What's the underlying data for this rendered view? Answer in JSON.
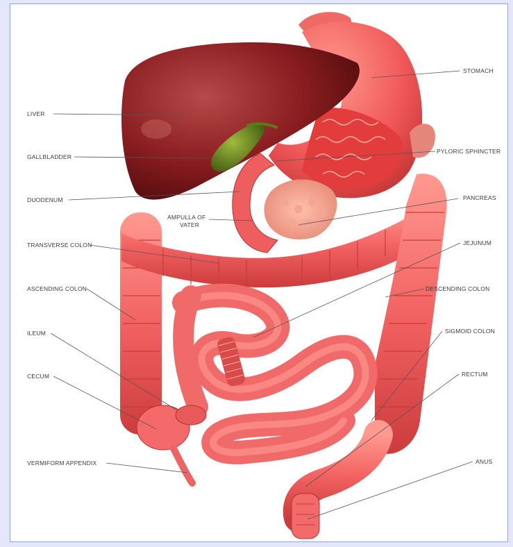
{
  "labels": {
    "stomach": "STOMACH",
    "liver": "LIVER",
    "gallbladder": "GALLBLADDER",
    "pyloric_sphincter": "PYLORIC SPHINCTER",
    "duodenum": "DUODENUM",
    "pancreas": "PANCREAS",
    "ampulla_line1": "AMPULLA OF",
    "ampulla_line2": "VATER",
    "transverse_colon": "TRANSVERSE COLON",
    "jejunum": "JEJUNUM",
    "ascending_colon": "ASCENDING COLON",
    "descending_colon": "DESCENDING COLON",
    "ileum": "ILEUM",
    "sigmoid_colon": "SIGMOID COLON",
    "cecum": "CECUM",
    "rectum": "RECTUM",
    "vermiform_appendix": "VERMIFORM APPENDIX",
    "anus": "ANUS"
  },
  "colors": {
    "frame_border": "#8aa6f0",
    "page_background": "#e4e6fb",
    "liver": "#8a1d1f",
    "gallbladder": "#5a7a1a",
    "intestine": "#f06060",
    "stomach": "#f05858"
  }
}
